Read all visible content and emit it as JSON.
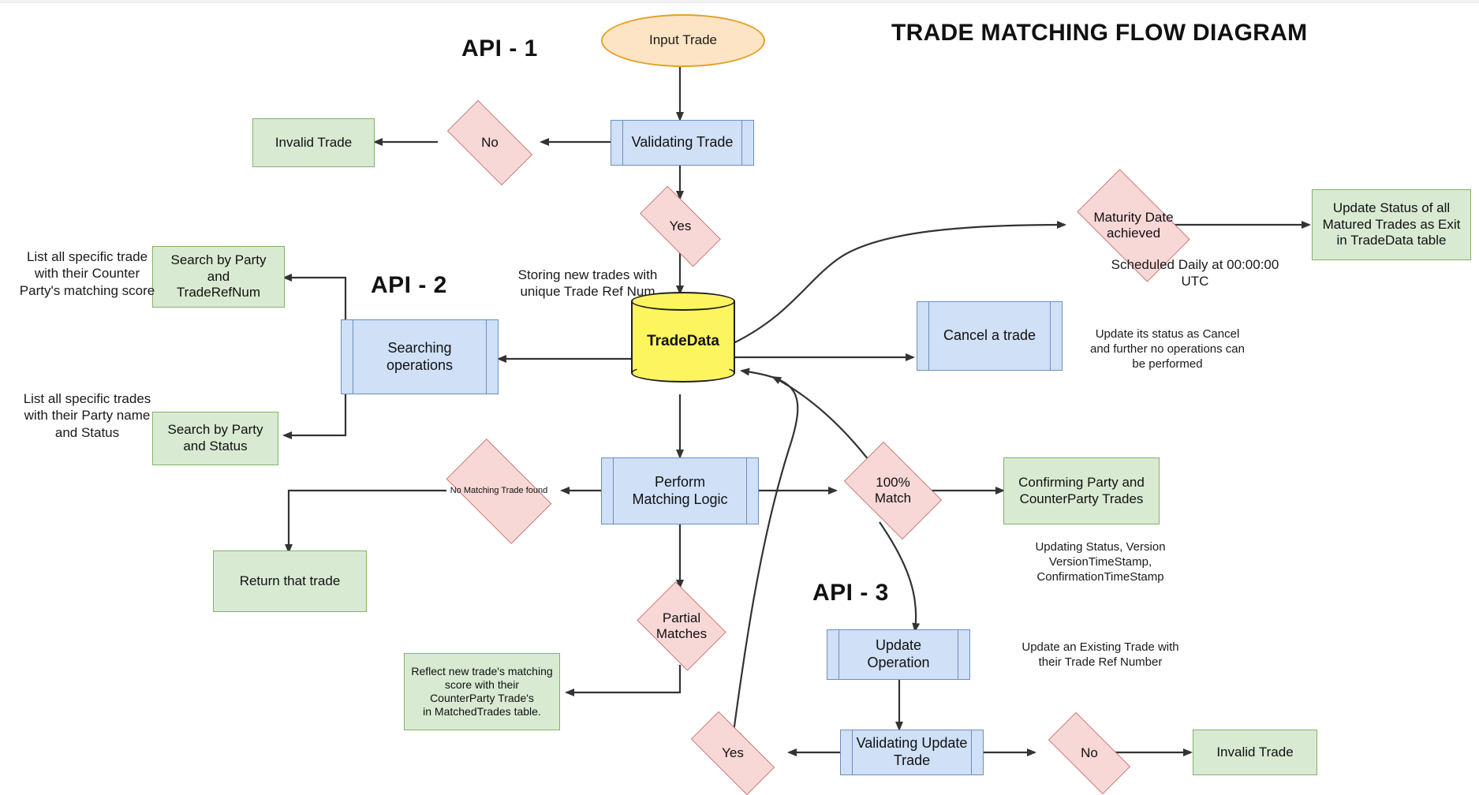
{
  "title": "TRADE MATCHING FLOW DIAGRAM",
  "sections": {
    "api1": "API - 1",
    "api2": "API - 2",
    "api3": "API - 3"
  },
  "nodes": {
    "input_trade": "Input Trade",
    "validating_trade": "Validating Trade",
    "validate_no": "No",
    "invalid_trade": "Invalid Trade",
    "validate_yes": "Yes",
    "tradedata": "TradeData",
    "searching_operations": "Searching\noperations",
    "search_party_refnum": "Search by Party\nand\nTradeRefNum",
    "search_party_status": "Search by Party\nand Status",
    "maturity_date": "Maturity Date\nachieved",
    "update_matured": "Update Status of all\nMatured Trades as Exit\nin TradeData table",
    "cancel_trade": "Cancel a trade",
    "perform_matching": "Perform\nMatching Logic",
    "no_matching_found": "No Matching Trade found",
    "return_that_trade": "Return that trade",
    "match_100": "100%\nMatch",
    "confirming_trades": "Confirming Party and\nCounterParty Trades",
    "partial_matches": "Partial\nMatches",
    "reflect_score": "Reflect new trade's matching\nscore with their\nCounterParty Trade's\nin MatchedTrades table.",
    "update_operation": "Update\nOperation",
    "validating_update": "Validating Update\nTrade",
    "update_yes": "Yes",
    "update_no": "No",
    "invalid_trade_2": "Invalid Trade"
  },
  "annotations": {
    "storing_new_trades": "Storing new trades\nwith unique\nTrade Ref Num",
    "list_counterparty_score": "List all specific\ntrade with their\nCounter Party's\nmatching score",
    "list_party_status": "List all specific\ntrades with their\nParty name\nand Status",
    "scheduled_daily": "Scheduled Daily at\n00:00:00 UTC",
    "cancel_note": "Update its\nstatus as Cancel\nand further no\noperations can be\nperformed",
    "updating_status_note": "Updating Status, Version\nVersionTimeStamp,\nConfirmationTimeStamp",
    "update_existing_note": "Update an Existing\nTrade with their\nTrade Ref Number"
  },
  "colors": {
    "terminator_fill": "#fde4c4",
    "terminator_stroke": "#e3a128",
    "process_fill": "#cfe0f7",
    "process_stroke": "#6c8ebf",
    "decision_fill": "#f8d7d7",
    "decision_stroke": "#b85450",
    "result_fill": "#d9ead3",
    "result_stroke": "#82b366",
    "datastore_fill": "#fdf55f",
    "datastore_stroke": "#1f1f1f",
    "edge_stroke": "#333333"
  }
}
